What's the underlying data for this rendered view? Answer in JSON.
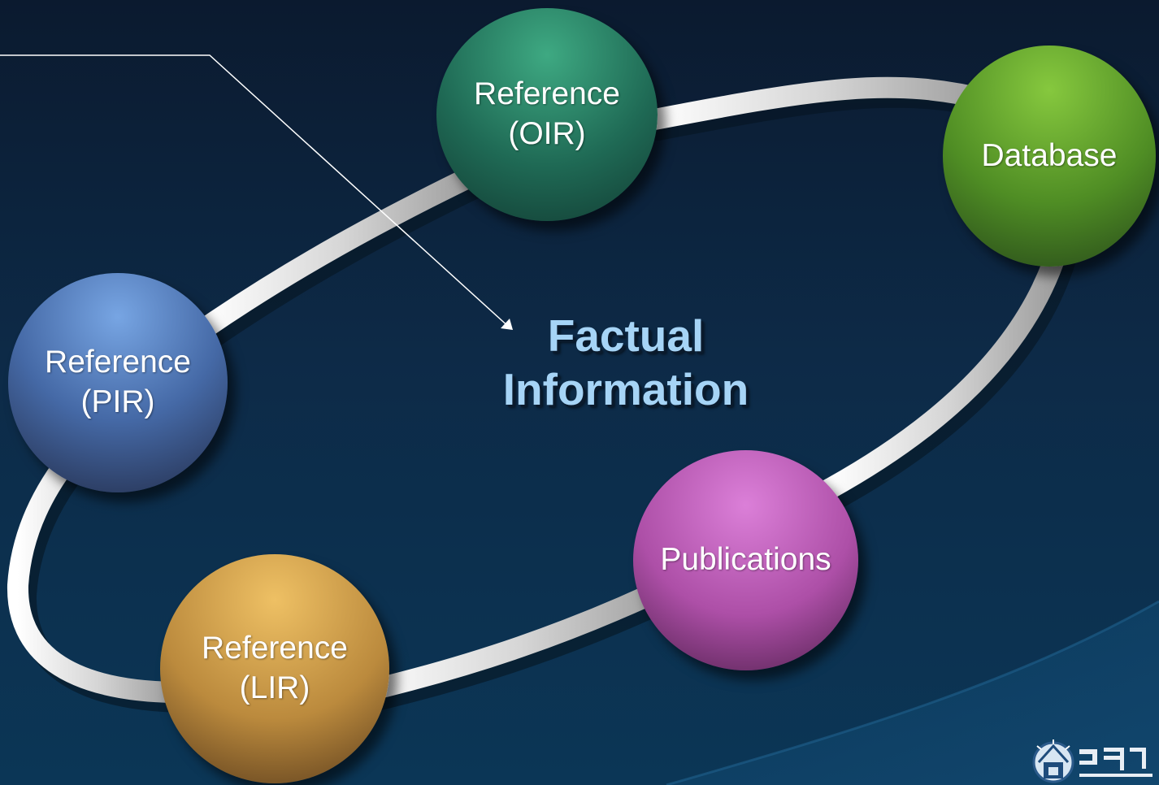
{
  "diagram": {
    "nodes": {
      "oir": {
        "label": "Reference\n(OIR)",
        "color": "#2a8a6a"
      },
      "database": {
        "label": "Database",
        "color": "#6aa830"
      },
      "pir": {
        "label": "Reference\n(PIR)",
        "color": "#5d8fd4"
      },
      "publications": {
        "label": "Publications",
        "color": "#c263bf"
      },
      "lir": {
        "label": "Reference\n(LIR)",
        "color": "#d8a54c"
      }
    },
    "center": {
      "line1": "Factual",
      "line2": "Information",
      "color": "#a6d4f6"
    }
  },
  "colors": {
    "background": "#0d2a47",
    "ring": "#d8d8d8",
    "callout_line": "#ffffff"
  },
  "icons": {
    "logo": "library-emblem-icon"
  }
}
